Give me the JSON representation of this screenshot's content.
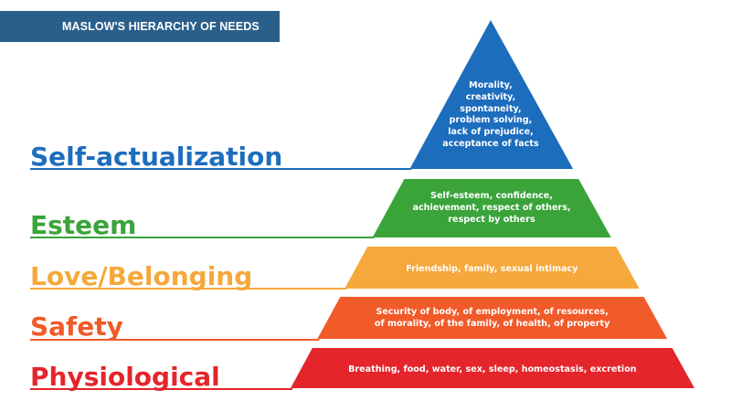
{
  "title": "MASLOW'S HIERARCHY OF NEEDS",
  "levels": [
    {
      "name": "Self-actualization",
      "color": "#1d6dbd",
      "description": "Morality,\ncreativity,\nspontaneity,\nproblem solving,\nlack of prejudice,\nacceptance of facts"
    },
    {
      "name": "Esteem",
      "color": "#3aa43b",
      "description": "Self-esteem, confidence,\nachievement, respect of others,\nrespect by others"
    },
    {
      "name": "Love/Belonging",
      "color": "#f5a83b",
      "description": "Friendship, family, sexual intimacy"
    },
    {
      "name": "Safety",
      "color": "#f15a29",
      "description": "Security of body, of employment, of resources,\nof morality, of the family, of health, of property"
    },
    {
      "name": "Physiological",
      "color": "#e4252b",
      "description": "Breathing, food, water, sex, sleep, homeostasis, excretion"
    }
  ]
}
